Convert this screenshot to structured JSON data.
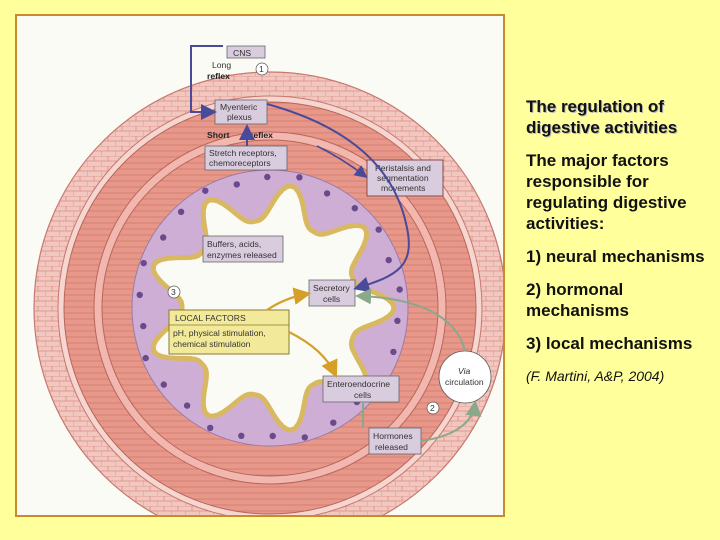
{
  "side": {
    "title": "The regulation of digestive activities",
    "intro": "The major factors responsible for regulating digestive activities:",
    "items": [
      "1) neural mechanisms",
      "2) hormonal mechanisms",
      "3) local mechanisms"
    ],
    "citation": "(F. Martini, A&P, 2004)"
  },
  "figure": {
    "labels": {
      "cns": "CNS",
      "long": "Long",
      "reflex": "reflex",
      "num1": "1",
      "myenteric1": "Myenteric",
      "myenteric2": "plexus",
      "short": "Short",
      "short_reflex": "reflex",
      "stretch1": "Stretch receptors,",
      "stretch2": "chemoreceptors",
      "peristalsis1": "Peristalsis and",
      "peristalsis2": "segmentation",
      "peristalsis3": "movements",
      "buffers1": "Buffers, acids,",
      "buffers2": "enzymes released",
      "num3": "3",
      "secretory1": "Secretory",
      "secretory2": "cells",
      "local_title": "LOCAL FACTORS",
      "local1": "pH, physical stimulation,",
      "local2": "chemical stimulation",
      "via1": "Via",
      "via2": "circulation",
      "entero1": "Enteroendocrine",
      "entero2": "cells",
      "num2": "2",
      "hormones1": "Hormones",
      "hormones2": "released"
    },
    "colors": {
      "muscle": "#e89a8c",
      "mucosa": "#cfaed6",
      "epithelium": "#f1c7c0",
      "villi": "#f4e4a8",
      "label_box": "#d9ccde",
      "arrow": "#4a4a9a",
      "yellow_arrow": "#d4a02a",
      "green_arrow": "#9cb89c"
    }
  }
}
